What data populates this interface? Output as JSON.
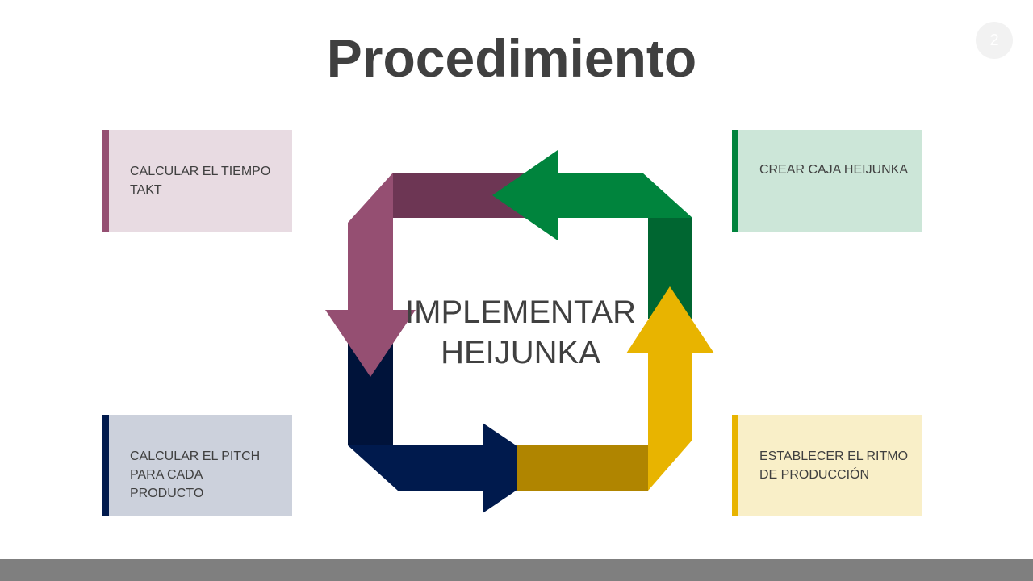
{
  "slide": {
    "title": "Procedimiento",
    "page_number": "2"
  },
  "steps": {
    "top_left": "CALCULAR EL TIEMPO TAKT",
    "top_right": "CREAR CAJA HEIJUNKA",
    "bottom_left": "CALCULAR EL PITCH PARA CADA PRODUCTO",
    "bottom_right": "ESTABLECER EL RITMO DE PRODUCCIÓN"
  },
  "cycle": {
    "center_line1": "IMPLEMENTAR",
    "center_line2": "HEIJUNKA"
  },
  "colors": {
    "purple": "#954f72",
    "purple_dark": "#6d3654",
    "green": "#00843d",
    "green_dark": "#006631",
    "gold": "#e8b400",
    "gold_dark": "#b08500",
    "navy": "#001a4d",
    "navy_dark": "#00133a",
    "footer": "#7f7f7f"
  }
}
